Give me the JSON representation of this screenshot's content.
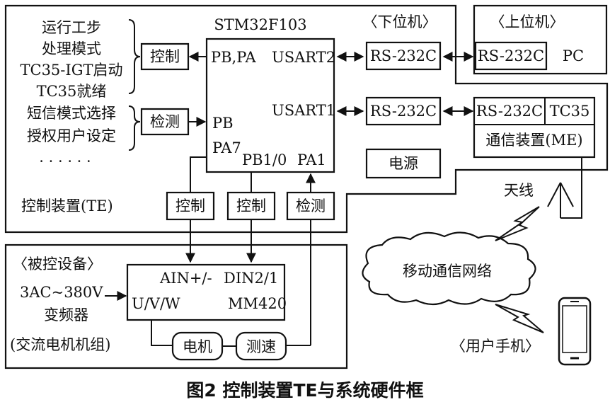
{
  "te_left_items": [
    "运行工步",
    "处理模式",
    "TC35-IGT启动",
    "TC35就绪",
    "短信模式选择",
    "授权用户设定",
    "· · · · · ·"
  ],
  "mcu": {
    "title": "STM32F103",
    "pb_pa": "PB,PA",
    "pb": "PB",
    "pa7": "PA7",
    "pb10": "PB1/0",
    "pa1": "PA1",
    "usart2": "USART2",
    "usart1": "USART1"
  },
  "blocks": {
    "control1": "控制",
    "detect1": "检测",
    "control2": "控制",
    "control3": "控制",
    "detect2": "检测",
    "power": "电源"
  },
  "lower": {
    "title": "〈下位机〉",
    "rs232_a": "RS-232C",
    "rs232_b": "RS-232C"
  },
  "upper": {
    "title": "〈上位机〉",
    "rs232": "RS-232C",
    "pc": "PC"
  },
  "me": {
    "rs232": "RS-232C",
    "tc35": "TC35",
    "name": "通信装置(ME)"
  },
  "te_label": "控制装置(TE)",
  "antenna": "天线",
  "network": "移动通信网络",
  "phone": "〈用户手机〉",
  "device": {
    "title": "〈被控设备〉",
    "power_in": "3AC~380V",
    "vfd": "变频器",
    "group": "(交流电机机组)",
    "ain": "AIN+/-",
    "din": "DIN2/1",
    "uvw": "U/V/W",
    "mm420": "MM420",
    "motor": "电机",
    "speed": "测速"
  },
  "caption": "图2  控制装置TE与系统硬件框"
}
